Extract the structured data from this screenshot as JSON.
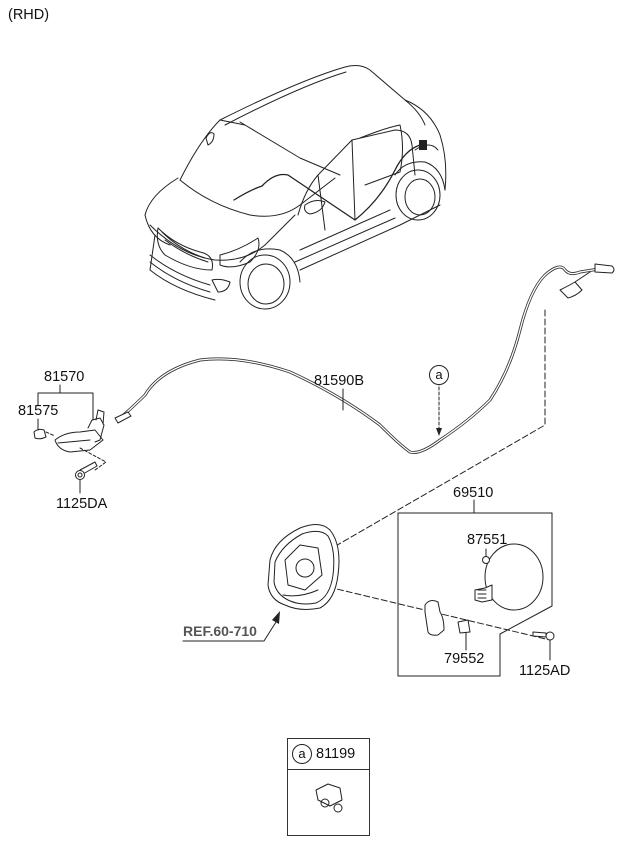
{
  "diagram": {
    "variant_label": "(RHD)",
    "parts": {
      "fuel_door_release_handle": "81570",
      "handle_cover": "81575",
      "handle_bolt": "1125DA",
      "release_cable": "81590B",
      "fuel_filler_door_assy": "69510",
      "bumper_stopper": "87551",
      "door_catch": "79552",
      "door_bolt": "1125AD",
      "cable_clip": "81199"
    },
    "reference": "REF.60-710",
    "callout_marker": "a",
    "legend": {
      "marker": "a",
      "part_number": "81199"
    }
  }
}
